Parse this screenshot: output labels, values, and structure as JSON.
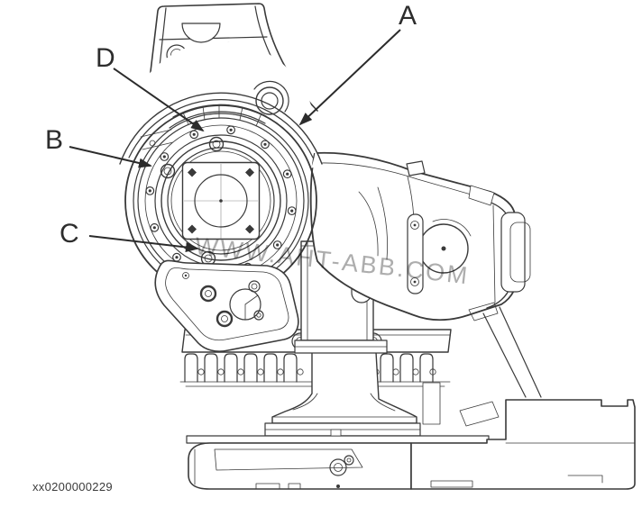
{
  "figure": {
    "caption": "xx0200000229",
    "watermark": "WWW.AHT-ABB.COM",
    "labels": [
      {
        "letter": "A"
      },
      {
        "letter": "B"
      },
      {
        "letter": "C"
      },
      {
        "letter": "D"
      }
    ],
    "colors": {
      "background": "#ffffff",
      "line": "#3a3a3a",
      "label_text": "#2d2d2d",
      "watermark": "#adadad",
      "caption_text": "#3a3a3a"
    }
  }
}
